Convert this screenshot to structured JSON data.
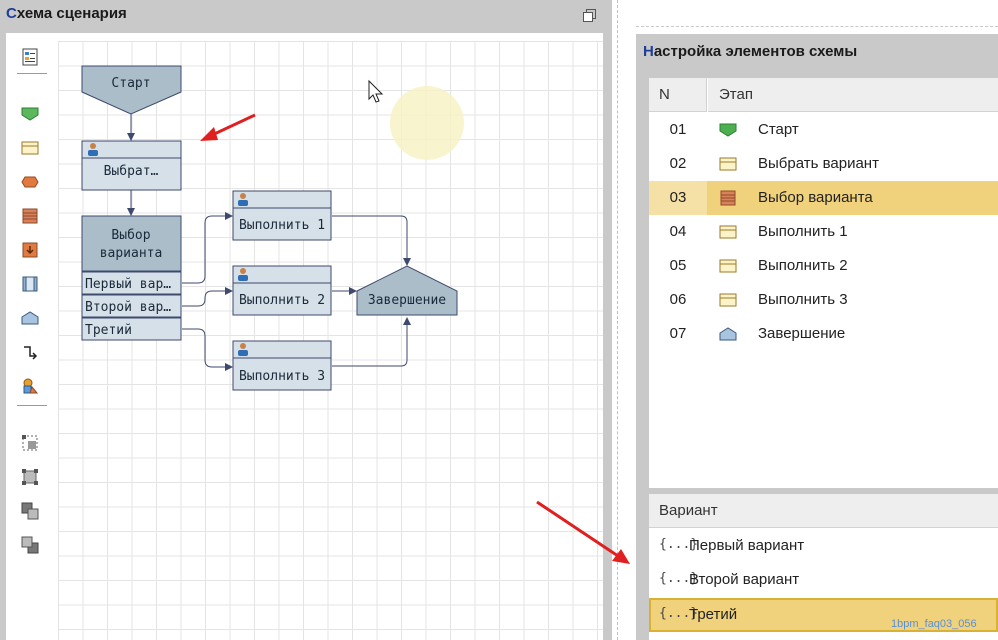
{
  "left_panel": {
    "title_first": "С",
    "title_rest": "хема сценария"
  },
  "right_panel": {
    "title_first": "Н",
    "title_rest": "астройка элементов схемы"
  },
  "toolbar": {
    "icons": [
      "properties-icon",
      "start-shape-icon",
      "stage-shape-icon",
      "hexagon-shape-icon",
      "choice-shape-icon",
      "import-shape-icon",
      "frame-shape-icon",
      "finish-shape-icon",
      "connector-icon",
      "group-shapes-icon",
      "align-top-left-icon",
      "align-corners-icon",
      "bring-front-icon",
      "send-back-icon"
    ]
  },
  "diagram": {
    "start": "Старт",
    "select_short": "Выбрат…",
    "choice_line1": "Выбор",
    "choice_line2": "варианта",
    "branch1": "Первый вар…",
    "branch2": "Второй вар…",
    "branch3": "Третий",
    "exec1": "Выполнить 1",
    "exec2": "Выполнить 2",
    "exec3": "Выполнить 3",
    "finish": "Завершение"
  },
  "stages_table": {
    "col_n": "N",
    "col_stage": "Этап",
    "rows": [
      {
        "n": "01",
        "icon": "start-icon",
        "label": "Старт"
      },
      {
        "n": "02",
        "icon": "stage-icon",
        "label": "Выбрать вариант"
      },
      {
        "n": "03",
        "icon": "choice-icon",
        "label": "Выбор варианта"
      },
      {
        "n": "04",
        "icon": "stage-icon",
        "label": "Выполнить 1"
      },
      {
        "n": "05",
        "icon": "stage-icon",
        "label": "Выполнить 2"
      },
      {
        "n": "06",
        "icon": "stage-icon",
        "label": "Выполнить 3"
      },
      {
        "n": "07",
        "icon": "finish-icon",
        "label": "Завершение"
      }
    ],
    "selected_index": 2
  },
  "variants_table": {
    "header": "Вариант",
    "icon_glyph": "{...}",
    "rows": [
      "Первый вариант",
      "Второй вариант",
      "Третий"
    ],
    "selected_index": 2
  },
  "watermark": "1bpm_faq03_056",
  "colors": {
    "panel_gray": "#c9c9c9",
    "selection": "#f1d27c",
    "node_fill": "#d6e0e8",
    "node_dark": "#aabdc9",
    "start_green": "#4caf50",
    "annotation_red": "#e02020"
  }
}
